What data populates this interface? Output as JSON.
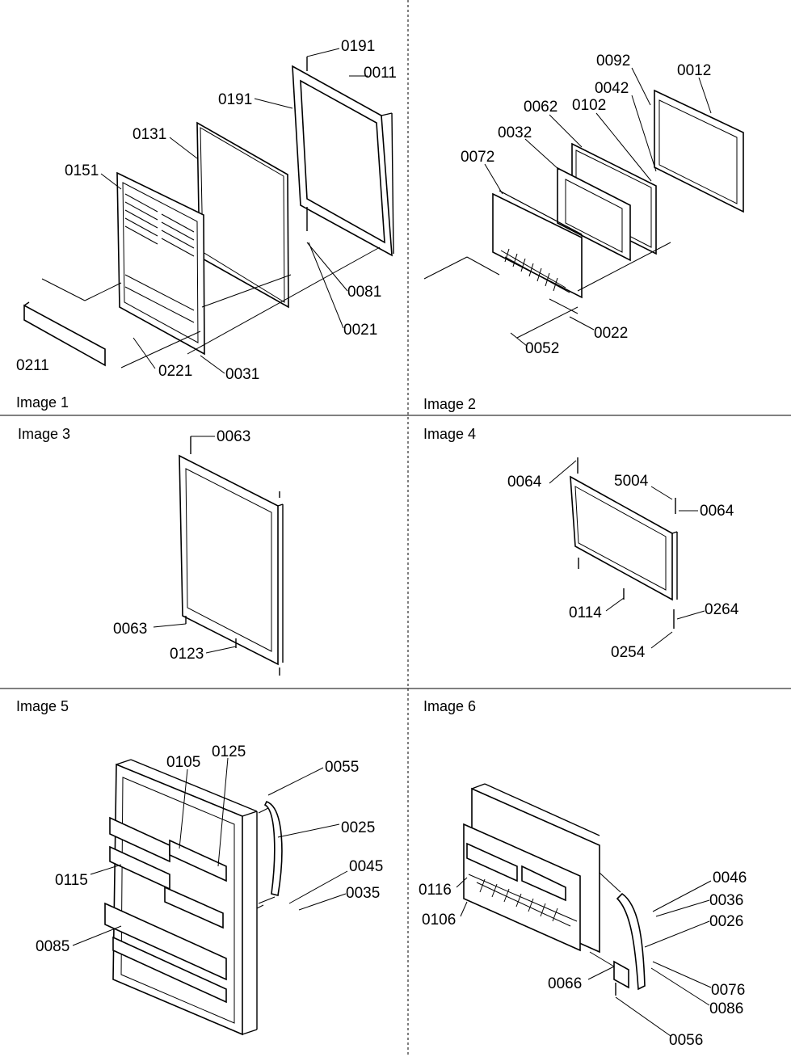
{
  "panels": [
    {
      "title": "Image 1",
      "labels": [
        "0191",
        "0011",
        "0191",
        "0131",
        "0151",
        "0081",
        "0021",
        "0211",
        "0221",
        "0031"
      ]
    },
    {
      "title": "Image 2",
      "labels": [
        "0092",
        "0012",
        "0042",
        "0062",
        "0102",
        "0032",
        "0072",
        "0022",
        "0052"
      ]
    },
    {
      "title": "Image 3",
      "labels": [
        "0063",
        "0063",
        "0123"
      ]
    },
    {
      "title": "Image 4",
      "labels": [
        "0064",
        "5004",
        "0064",
        "0114",
        "0264",
        "0254"
      ]
    },
    {
      "title": "Image 5",
      "labels": [
        "0105",
        "0125",
        "0055",
        "0025",
        "0115",
        "0045",
        "0035",
        "0085"
      ]
    },
    {
      "title": "Image 6",
      "labels": [
        "0046",
        "0036",
        "0116",
        "0026",
        "0106",
        "0066",
        "0076",
        "0086",
        "0056"
      ]
    }
  ]
}
